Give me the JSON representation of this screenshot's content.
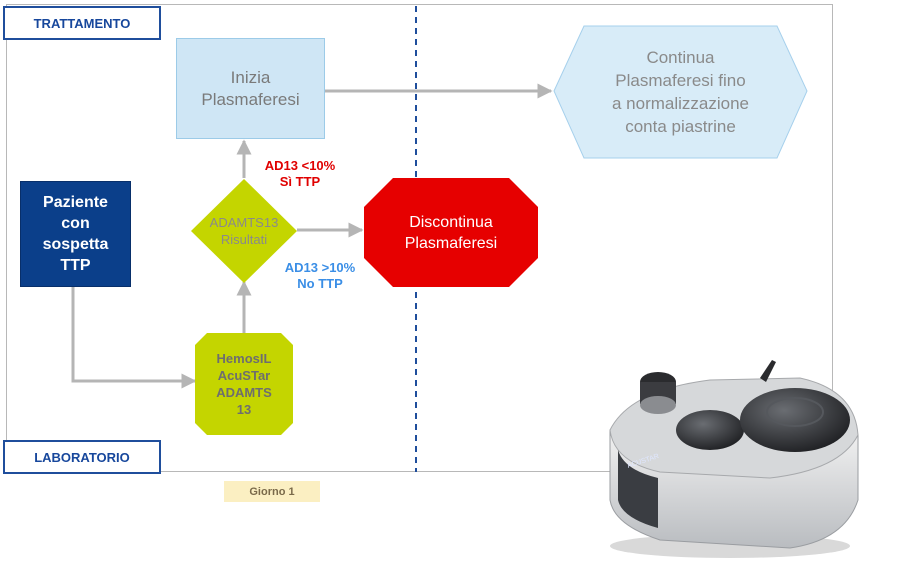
{
  "lanes": {
    "treatment": "TRATTAMENTO",
    "laboratory": "LABORATORIO"
  },
  "nodes": {
    "start_plasma": [
      "Inizia",
      "Plasmaferesi"
    ],
    "continue_plasma": [
      "Continua",
      "Plasmaferesi fino",
      "a normalizzazione",
      "conta piastrine"
    ],
    "patient": [
      "Paziente",
      "con",
      "sospetta",
      "TTP"
    ],
    "adamts_result": [
      "ADAMTS13",
      "Risultati"
    ],
    "discontinue": [
      "Discontinua",
      "Plasmaferesi"
    ],
    "hemosil": [
      "HemosIL",
      "AcuSTar",
      "ADAMTS",
      "13"
    ]
  },
  "conditions": {
    "low": [
      "AD13 <10%",
      "Sì TTP"
    ],
    "high": [
      "AD13 >10%",
      "No TTP"
    ]
  },
  "timeline": {
    "day_label": "Giorno 1"
  },
  "device": {
    "brand_text": "ACUSTAR"
  },
  "colors": {
    "lane_border": "#1f4e9c",
    "patient": "#0b3f8a",
    "start": "#cfe6f5",
    "continue": "#d8ecf8",
    "decision": "#c4d500",
    "stop": "#e60000",
    "low_condition": "#e00000",
    "high_condition": "#3a8ee6",
    "divider": "#1f4e9c"
  }
}
